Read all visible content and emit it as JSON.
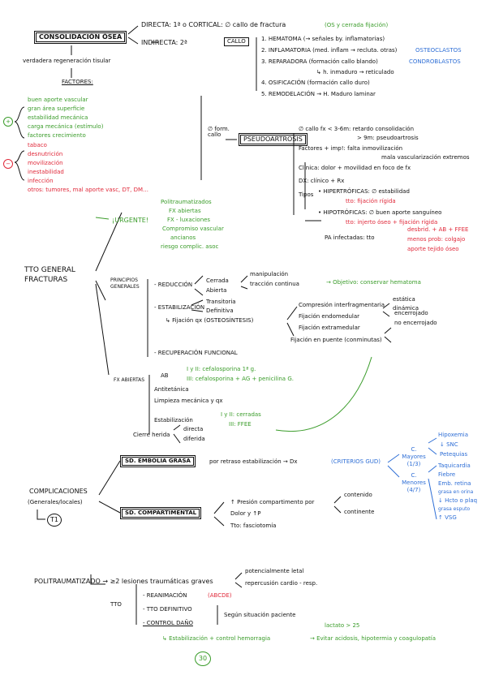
{
  "colors": {
    "black": "#111111",
    "green": "#3a9c2a",
    "red": "#e0293a",
    "blue": "#2f6fd6"
  },
  "consolidacion": {
    "title": "CONSOLIDACIÓN ÓSEA",
    "directa": "DIRECTA: 1ª o CORTICAL: ∅ callo de fractura",
    "directa_note": "(OS y cerrada fijación)",
    "indirecta": "INDIRECTA: 2ª",
    "callo": "CALLO",
    "fases": [
      "1. HEMATOMA (→ señales by. inflamatorias)",
      "2. INFLAMATORIA (med. inflam → recluta. otras)",
      "3. REPARADORA (formación callo blando)",
      "↳ h. inmaduro → reticulado",
      "4. OSIFICACIÓN (formación callo duro)",
      "5. REMODELACIÓN → H. Maduro laminar"
    ],
    "fase_cells": [
      "OSTEOCLASTOS",
      "CONDROBLASTOS"
    ],
    "verdadera": "verdadera regeneración tisular",
    "factores_title": "FACTORES:",
    "factores_pos": [
      "buen aporte vascular",
      "gran área superficie",
      "estabilidad mecánica",
      "carga mecánica (estímulo)",
      "factores crecimiento"
    ],
    "factores_neg": [
      "tabaco",
      "desnutrición",
      "movilización",
      "inestabilidad",
      "infección"
    ],
    "factores_neg_otros": "otros: tumores, mal aporte vasc, DT, DM…",
    "sign_pos": "+",
    "sign_neg": "−"
  },
  "pseudo": {
    "fallo_label": "∅ form. callo",
    "title": "PSEUDOARTROSIS",
    "rows": [
      "∅ callo fx < 3-6m: retardo consolidación",
      "> 9m: pseudoartrosis",
      "Factores + imp!: falta inmovilización",
      "mala vascularización extremos",
      "Clínica: dolor + movilidad en foco de fx",
      "DX: clínico + Rx"
    ],
    "tipos": "Tipos",
    "hiper": "• HIPERTRÓFICAS: ∅ estabilidad",
    "hiper_tto": "tto: fijación rígida",
    "hipo": "• HIPOTRÓFICAS: ∅ buen aporte sanguíneo",
    "hipo_tto": "tto: injerto óseo + fijación rígida",
    "infect": "PA infectadas: tto",
    "infect_list": [
      "desbrid. + AB + FFEE",
      "menos prob: colgajo",
      "aporte tejido óseo"
    ]
  },
  "tto": {
    "title": "TTO GENERAL FRACTURAS",
    "urgente": "¡URGENTE!",
    "urg_list": [
      "Politraumatizados",
      "FX abiertas",
      "FX - luxaciones",
      "Compromiso vascular",
      "ancianos",
      "riesgo complic. asoc"
    ],
    "principios": "PRINCIPIOS GENERALES",
    "reduccion": "- REDUCCIÓN",
    "cerrada": "Cerrada",
    "abierta": "Abierta",
    "manip": "manipulación",
    "tracc": "tracción continua",
    "objetivo": "→ Objetivo: conservar hematoma",
    "estab": "- ESTABILIZACIÓN",
    "transitoria": "Transitoria",
    "definitiva": "Definitiva",
    "fijacion": "↳ Fijación qx (OSTEOSÍNTESIS)",
    "fij_list": [
      "Compresión interfragmentaria",
      "Fijación endomedular",
      "Fijación extramedular",
      "Fijación en puente (conminutas)"
    ],
    "estatica": "estática",
    "dinamica": "dinámica",
    "encerrojado": "encerrojado",
    "noencerrojado": "no encerrojado",
    "recup": "- RECUPERACIÓN FUNCIONAL",
    "fxab": "FX ABIERTAS",
    "ab": "AB",
    "ab1": "I y II: cefalosporina 1ª g.",
    "ab2": "III: cefalosporina + AG + penicilina G.",
    "antitet": "Antitetánica",
    "limpieza": "Limpieza mecánica y qx",
    "estab2": "Estabilización",
    "estab2_a": "I y II: cerradas",
    "estab2_b": "III: FFEE",
    "cierre": "Cierre herida",
    "directa": "directa",
    "diferida": "diferida"
  },
  "compl": {
    "title": "COMPLICACIONES",
    "sub": "(Generales/locales)",
    "t1": "T1",
    "embolia": "SD. EMBOLIA GRASA",
    "embolia_txt": "por retraso estabilización → Dx",
    "criterios": "(CRITERIOS GUD)",
    "mayores": "C. Mayores (1/3)",
    "mayores_list": [
      "Hipoxemia",
      "↓ SNC",
      "Petequias"
    ],
    "menores": "C. Menores (4/7)",
    "menores_list": [
      "Taquicardia",
      "Fiebre",
      "Emb. retina",
      "grasa en orina",
      "↓ Hcto o plaq",
      "grasa esputo",
      "↑ VSG"
    ],
    "comp": "SD. COMPARTIMENTAL",
    "comp_rows": [
      "↑ Presión compartimento por",
      "Dolor y ↑P",
      "Tto: fasciotomía"
    ],
    "contenido": "contenido",
    "continente": "continente"
  },
  "poli": {
    "title": "POLITRAUMATIZADO → ≥2 lesiones traumáticas graves",
    "potencial": "potencialmente letal",
    "repercusion": "repercusión cardio - resp.",
    "tto": "TTO",
    "reanim": "- REANIMACIÓN",
    "abcde": "(ABCDE)",
    "definitivo": "- TTO DEFINITIVO",
    "control": "- CONTROL DAÑO",
    "segun": "Según situación paciente",
    "estab": "↳ Estabilización + control hemorragia",
    "lactato": "lactato > 25",
    "evitar": "→ Evitar acidosis, hipotermia y coagulopatía",
    "page": "30"
  }
}
